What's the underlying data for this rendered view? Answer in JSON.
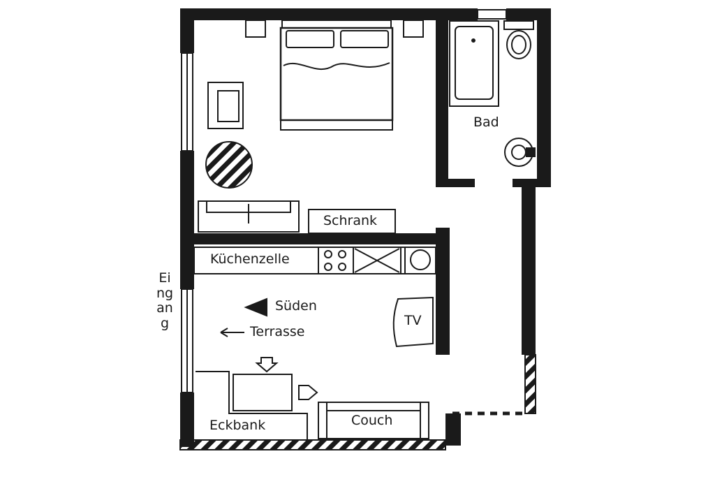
{
  "labels": {
    "bathroom": "Bad",
    "wardrobe": "Schrank",
    "kitchenette": "Küchenzelle",
    "south": "Süden",
    "terrace": "Terrasse",
    "tv": "TV",
    "corner_bench": "Eckbank",
    "couch": "Couch",
    "entrance": "Eingang"
  },
  "colors": {
    "wall": "#1a1a1a",
    "paper": "#ffffff"
  }
}
